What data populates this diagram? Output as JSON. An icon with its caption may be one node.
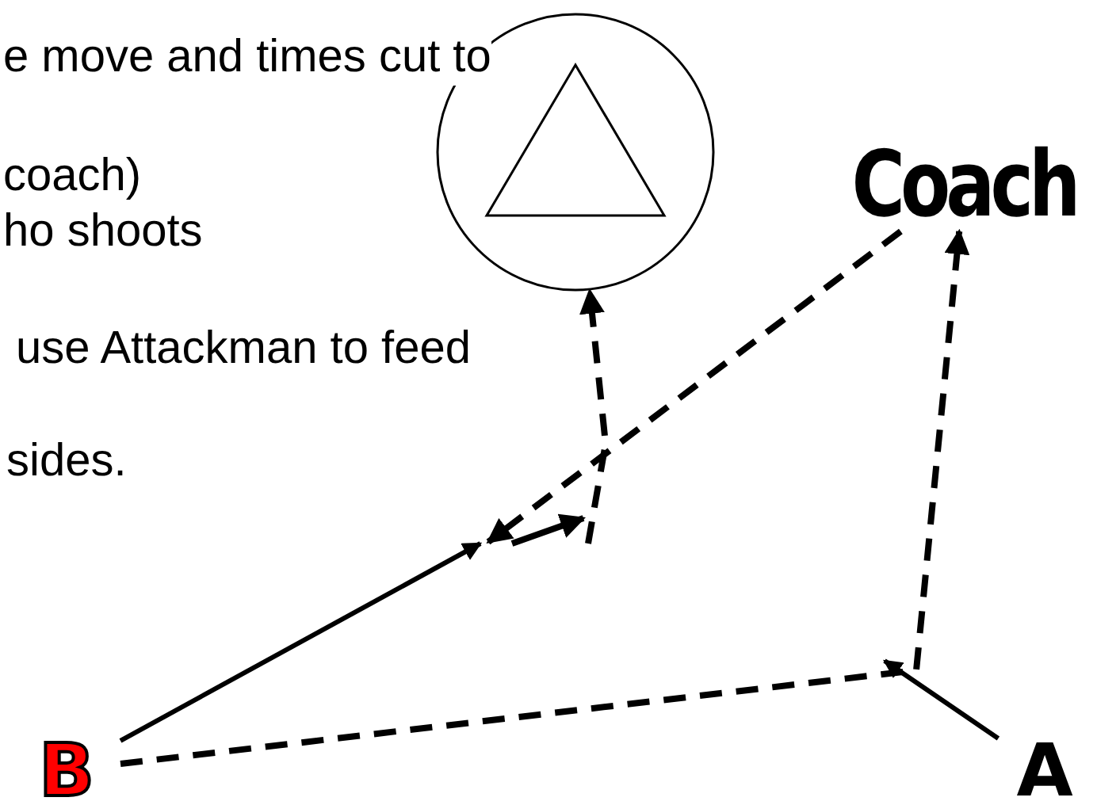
{
  "diagram": {
    "nodes": [
      {
        "text": [],
        "shape": "circle"
      },
      {
        "text": [
          "Coach"
        ]
      },
      {
        "text": [
          "B"
        ]
      },
      {
        "text": [
          "A"
        ]
      }
    ],
    "edges": [
      {
        "from": 2,
        "to": null,
        "arrow": "to"
      },
      {
        "from": 2,
        "to": 1,
        "arrow": "to",
        "style": "dashed"
      },
      {
        "from": 3,
        "to": null,
        "arrow": "to"
      },
      {
        "from": 1,
        "to": null,
        "arrow": "to",
        "style": "dashed"
      },
      {
        "from": null,
        "to": 0,
        "arrow": "to",
        "style": "dashed"
      }
    ],
    "labels": [
      "e move and times cut to",
      "coach)",
      "ho shoots",
      "use Attackman to feed",
      "sides."
    ]
  }
}
